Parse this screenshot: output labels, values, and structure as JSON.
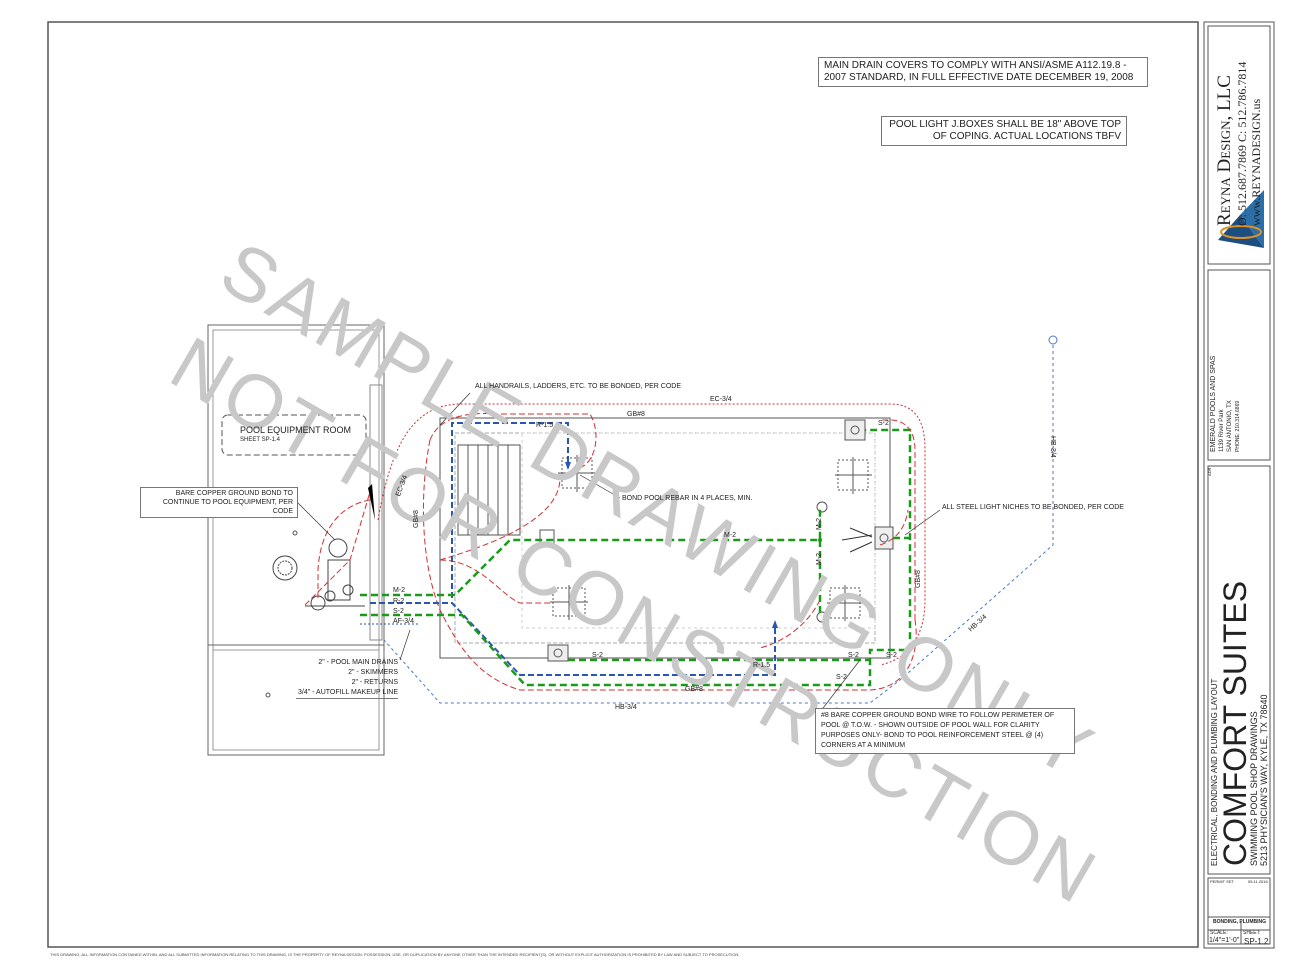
{
  "notes": {
    "drain_covers": "MAIN DRAIN COVERS TO COMPLY WITH ANSI/ASME A112.19.8 - 2007 STANDARD, IN FULL EFFECTIVE DATE DECEMBER 19, 2008",
    "light_jboxes": "POOL LIGHT J.BOXES SHALL BE 18\" ABOVE TOP OF COPING. ACTUAL LOCATIONS TBFV",
    "equipment_room": "POOL EQUIPMENT ROOM",
    "equipment_room_sheet": "SHEET SP-1.4",
    "copper_bond": "BARE COPPER GROUND BOND TO CONTINUE TO POOL EQUIPMENT, PER CODE",
    "handrails": "ALL HANDRAILS, LADDERS, ETC. TO BE BONDED, PER CODE",
    "bond_rebar": "BOND POOL REBAR IN 4 PLACES, MIN.",
    "light_niches": "ALL STEEL LIGHT NICHES TO BE BONDED, PER CODE",
    "perimeter_bond": "#8 BARE COPPER GROUND BOND WIRE TO FOLLOW PERIMETER OF POOL @ T.O.W. - SHOWN OUTSIDE OF POOL WALL FOR CLARITY PURPOSES ONLY- BOND TO POOL REINFORCEMENT STEEL @ (4) CORNERS AT A MINIMUM",
    "pipe_legend": [
      "2\" - POOL MAIN DRAINS",
      "2\" - SKIMMERS",
      "2\" - RETURNS",
      "3/4\" - AUTOFILL MAKEUP LINE"
    ]
  },
  "pipe_labels": {
    "ec": "EC-3/4",
    "gb_top": "GB#8",
    "gb_left": "GB#8",
    "gb_right": "GB#8",
    "gb_bottom": "GB#8",
    "hb_right": "HB-3/4",
    "hb_diag": "HB-3/4",
    "hb_bottom": "HB-3/4",
    "r15_top": "R-1.5",
    "r15_bottom": "R-1.5",
    "m2_center": "M-2",
    "m2_v1": "M-2",
    "m2_v2": "M-2",
    "s2_tr": "S-2",
    "s2_br1": "S-2",
    "s2_br2": "S-2",
    "s2_bl": "S-2",
    "s2_bot": "S-2",
    "ec_diag": "EC-3/4",
    "gb_diag": "GB#8",
    "m2_eq": "M-2",
    "r2_eq": "R-2",
    "s2_eq": "S-2",
    "af_eq": "AF-3/4"
  },
  "watermark": {
    "line1": "SAMPLE DRAWING ONLY",
    "line2": "NOT FOR CONSTRUCTION"
  },
  "title_block": {
    "firm": "Reyna Design, LLC",
    "phones": "O: 512.687.7869 C: 512.786.7814",
    "web": "www.REYNADESIGN.us",
    "client_name": "EMERALD POOLS AND SPAS",
    "client_street": "1139 River Park",
    "client_city": "SAN ANTONIO, TX",
    "client_phone": "PHONE: 210.314.6869",
    "sheet_title": "ELECTRICAL, BONDING AND PLUMBING LAYOUT",
    "project": "COMFORT SUITES",
    "subtitle": "SWIMMING POOL SHOP DRAWINGS",
    "address": "5213 PHYSICIAN'S WAY, KYLE, TX 78640",
    "set": "PERMIT SET",
    "date": "05.11.2016",
    "sheet_name": "BONDING, PLUMBING",
    "scale_label": "SCALE:",
    "scale": "1/4\"=1'-0\"",
    "sheet_label": "SHEET:",
    "sheet_no": "SP-1.2",
    "rev": "ADR"
  },
  "footer": "THIS DRAWING, ALL INFORMATION CONTAINED WITHIN, AND ALL SUBMITTED INFORMATION RELATING TO THIS DRAWING, IS THE PROPERTY OF REYNA DESIGN. POSSESSION, USE, OR DUPLICATION BY ANYONE OTHER THAN THE INTENDED RECIPIENT(S), OR WITHOUT EXPLICIT AUTHORIZATION IS PROHIBITED BY LAW AND SUBJECT TO PROSECUTION.",
  "colors": {
    "bond": "#d03030",
    "drain": "#1a9a1a",
    "return": "#2a55b0",
    "hose": "#4a78c8",
    "frame": "#555555"
  }
}
